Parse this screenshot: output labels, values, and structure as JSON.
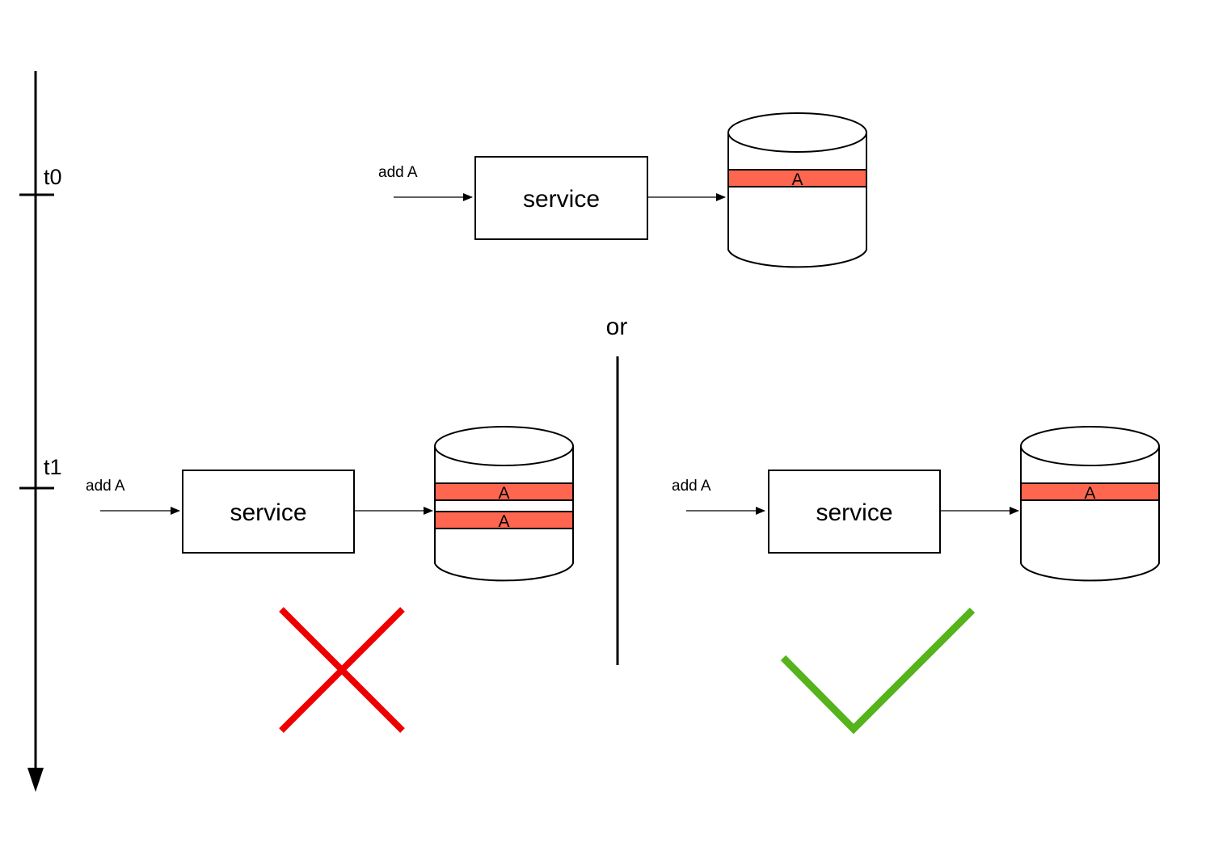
{
  "timeline": {
    "ticks": [
      {
        "label": "t0"
      },
      {
        "label": "t1"
      }
    ]
  },
  "scenarios": {
    "t0": {
      "input_label": "add A",
      "service_label": "service",
      "records": [
        "A"
      ]
    },
    "t1_duplicate": {
      "input_label": "add A",
      "service_label": "service",
      "records": [
        "A",
        "A"
      ],
      "verdict": "cross-icon"
    },
    "t1_single": {
      "input_label": "add A",
      "service_label": "service",
      "records": [
        "A"
      ],
      "verdict": "check-icon"
    }
  },
  "separator_label": "or",
  "colors": {
    "record_fill": "#ff6650",
    "cross": "#ee0000",
    "check": "#55b31b",
    "stroke": "#000000"
  }
}
